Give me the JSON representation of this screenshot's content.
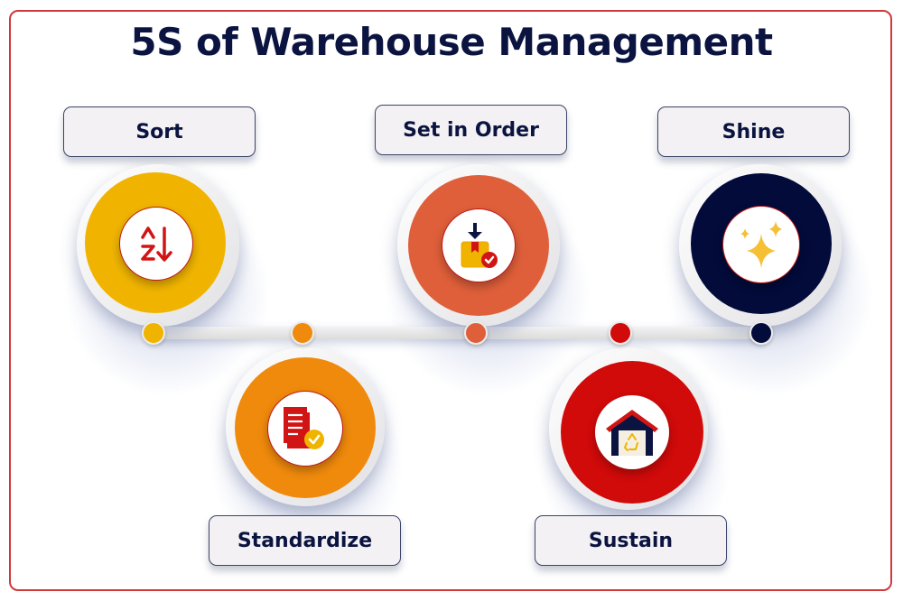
{
  "title": "5S of Warehouse Management",
  "steps": [
    {
      "label": "Sort",
      "color": "#f0b400",
      "icon": "sort-a-z-icon",
      "position": "top"
    },
    {
      "label": "Standardize",
      "color": "#f08a0c",
      "icon": "document-check-icon",
      "position": "bottom"
    },
    {
      "label": "Set in Order",
      "color": "#df5f3a",
      "icon": "box-download-check-icon",
      "position": "top"
    },
    {
      "label": "Sustain",
      "color": "#d10a0a",
      "icon": "warehouse-recycle-icon",
      "position": "bottom"
    },
    {
      "label": "Shine",
      "color": "#020b3a",
      "icon": "sparkle-icon",
      "position": "top"
    }
  ],
  "colors": {
    "title": "#0b1440",
    "frame_border": "#d0393a",
    "label_bg": "#f3f1f3",
    "label_border": "#3b4467"
  }
}
